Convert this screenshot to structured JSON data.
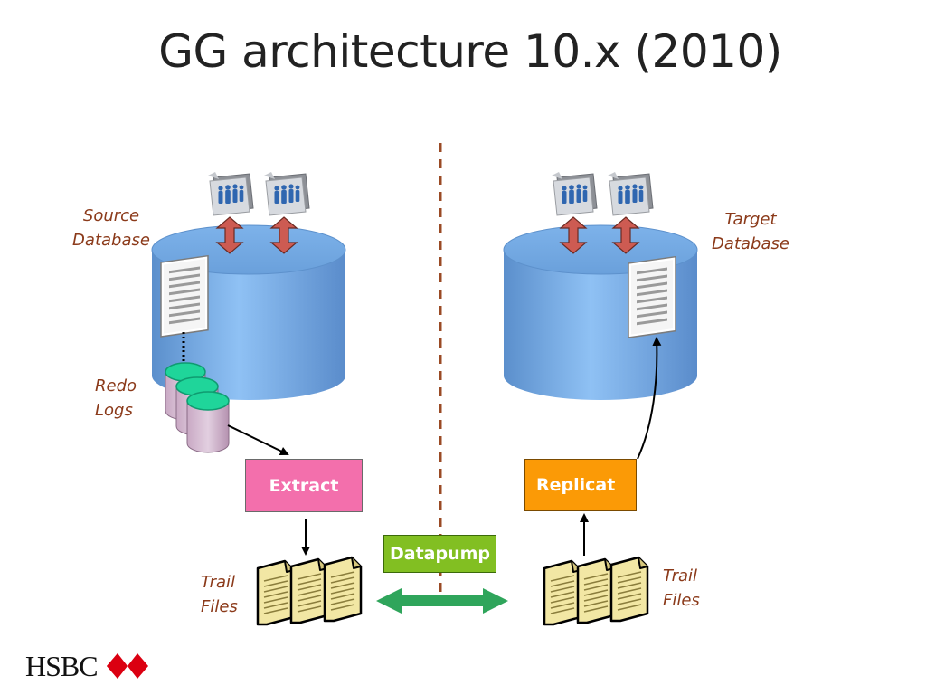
{
  "title": "GG architecture 10.x (2010)",
  "labels": {
    "source_db": [
      "Source",
      "Database"
    ],
    "target_db": [
      "Target",
      "Database"
    ],
    "redo_logs": [
      "Redo",
      "Logs"
    ],
    "trail_files_left": [
      "Trail",
      "Files"
    ],
    "trail_files_right": [
      "Trail",
      "Files"
    ]
  },
  "boxes": {
    "extract": "Extract",
    "replicat": "Replicat",
    "datapump": "Datapump"
  },
  "logo": {
    "text": "HSBC"
  },
  "colors": {
    "cylinder": "#6fa3db",
    "extract_box": "#f36fac",
    "replicat_box": "#fb9a06",
    "datapump_box": "#82bf22",
    "redo_log": "#1fd59a",
    "trail_file": "#f2e7a4",
    "double_arrow": "#cd5b52",
    "datapump_arrow": "#2fa55b",
    "divider": "#9a4a24",
    "logo_red": "#db0011"
  }
}
